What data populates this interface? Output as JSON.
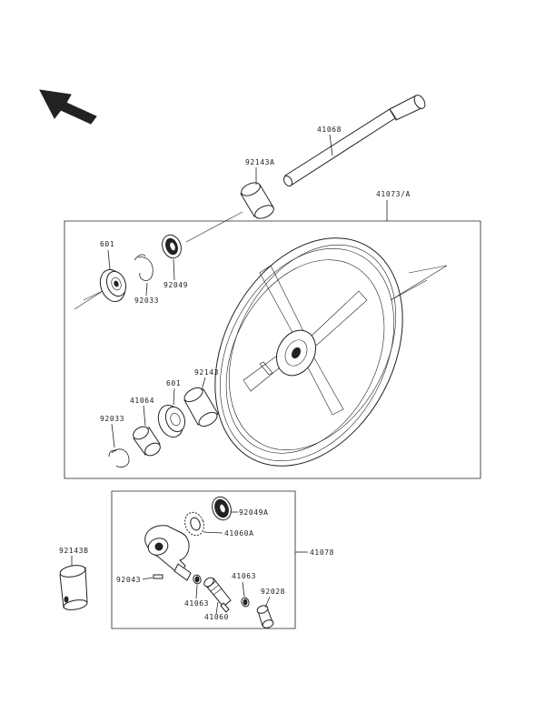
{
  "labels": {
    "axle": "41068",
    "collar_top": "92143A",
    "wheel": "41073/A",
    "bearing_upper": "601",
    "circlip_upper": "92033",
    "seal_upper": "92049",
    "spacer": "92143",
    "bearing_lower": "601",
    "hub_ring": "41064",
    "circlip_lower": "92033",
    "seal_gear": "92049A",
    "gear": "41060A",
    "collar_left": "92143B",
    "gearbox_assy": "41078",
    "pin": "92043",
    "washer_right": "41063",
    "washer_left": "41063",
    "pinion": "41060",
    "bushing": "92028"
  }
}
